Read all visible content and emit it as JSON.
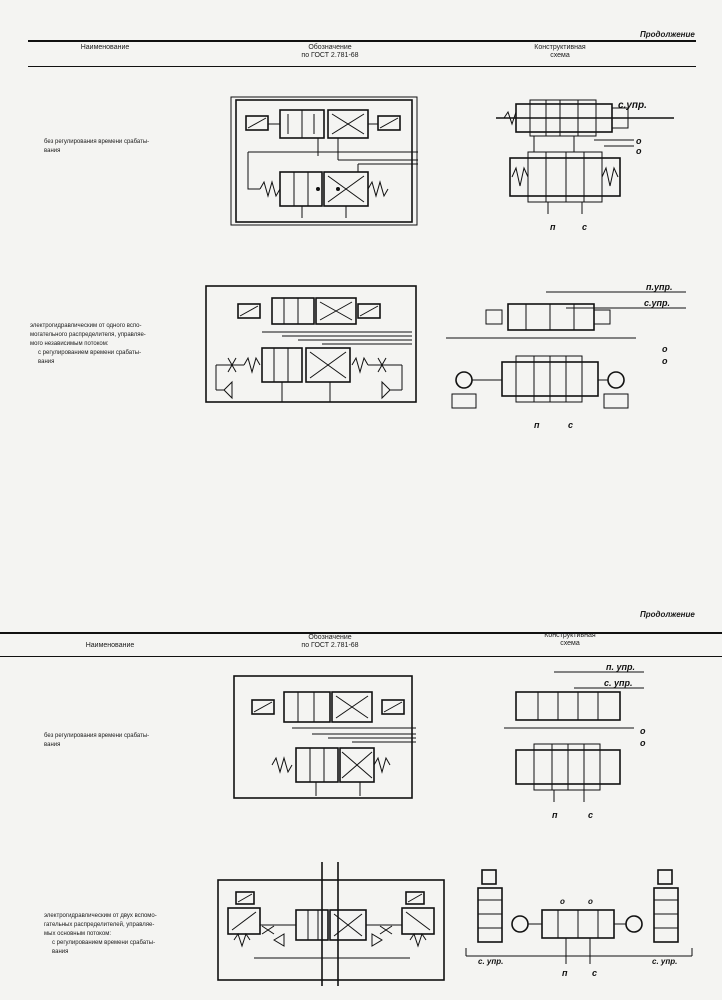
{
  "top": {
    "continuation": "Продолжение",
    "headers": {
      "name": "Наименование",
      "designation_line1": "Обозначение",
      "designation_line2": "по ГОСТ 2.781-68",
      "scheme_line1": "Конструктивная",
      "scheme_line2": "схема"
    },
    "row1": {
      "desc_line1": "без регулирования времени срабаты-",
      "desc_line2": "вания"
    },
    "row2": {
      "desc_line1": "электрогидравлическим от одного вспо-",
      "desc_line2": "могательного распределителя, управляе-",
      "desc_line3": "мого независимым потоком:",
      "desc_line4": "с регулированием времени срабаты-",
      "desc_line5": "вания"
    },
    "labels": {
      "s_upr": "с.упр.",
      "p_upr": "п.упр.",
      "o": "о",
      "p": "п",
      "c": "с"
    }
  },
  "bottom": {
    "continuation": "Продолжение",
    "headers": {
      "name": "Наименование",
      "designation_line1": "Обозначение",
      "designation_line2": "по ГОСТ 2.781-68",
      "scheme_line1": "Конструктивная",
      "scheme_line2": "схема"
    },
    "row1": {
      "desc_line1": "без регулирования времени срабаты-",
      "desc_line2": "вания"
    },
    "row2": {
      "desc_line1": "электрогидравлическим от двух вспомо-",
      "desc_line2": "гательных распределителей, управляе-",
      "desc_line3": "мых основным потоком:",
      "desc_line4": "с регулированием времени срабаты-",
      "desc_line5": "вания"
    },
    "labels": {
      "s_upr": "с. упр.",
      "p_upr": "п. упр.",
      "o": "о",
      "p": "п",
      "c": "с"
    }
  }
}
